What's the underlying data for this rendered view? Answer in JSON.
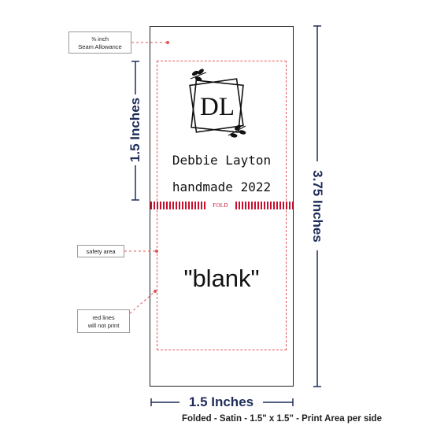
{
  "notes": {
    "seam_fraction": "⅜ inch",
    "seam_label": "Seam Allowance",
    "safety_label": "safety area",
    "red_lines_1": "red lines",
    "red_lines_2": "will not print"
  },
  "label": {
    "monogram": "DL",
    "name": "Debbie Layton",
    "tagline": "handmade 2022",
    "fold_text": "FOLD",
    "blank_text": "\"blank\""
  },
  "dimensions": {
    "height_top_half": "1.5 Inches",
    "total_height": "3.75 Inches",
    "width": "1.5 Inches"
  },
  "caption": "Folded - Satin - 1.5\" x 1.5\" - Print Area per side",
  "colors": {
    "dimension_navy": "#1f2d5a",
    "fold_red": "#c8102e",
    "guide_red": "#e05a5a"
  }
}
